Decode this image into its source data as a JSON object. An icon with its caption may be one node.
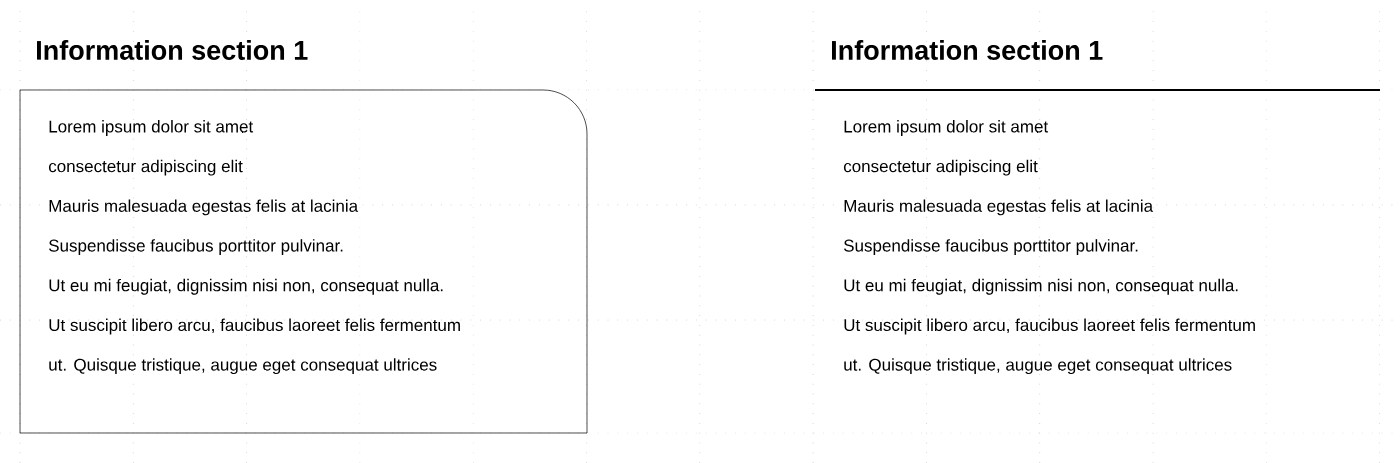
{
  "diagram": {
    "nodes": [
      {
        "text": [
          "Information section 1",
          "Lorem ipsum dolor sit amet",
          "consectetur adipiscing elit",
          "Mauris malesuada egestas felis at lacinia",
          "Suspendisse faucibus porttitor pulvinar.",
          "Ut eu mi feugiat, dignissim nisi non, consequat nulla.",
          "Ut suscipit libero arcu, faucibus laoreet felis fermentum",
          "ut. Quisque tristique, augue eget consequat ultrices"
        ]
      }
    ],
    "labels": [
      "Information section 1",
      "Lorem ipsum dolor sit amet",
      "consectetur adipiscing elit",
      "Mauris malesuada egestas felis at lacinia",
      "Suspendisse faucibus porttitor pulvinar.",
      "Ut eu mi feugiat, dignissim nisi non, consequat nulla.",
      "Ut suscipit libero arcu, faucibus laoreet felis fermentum",
      "ut. Quisque tristique, augue eget consequat ultrices"
    ]
  }
}
